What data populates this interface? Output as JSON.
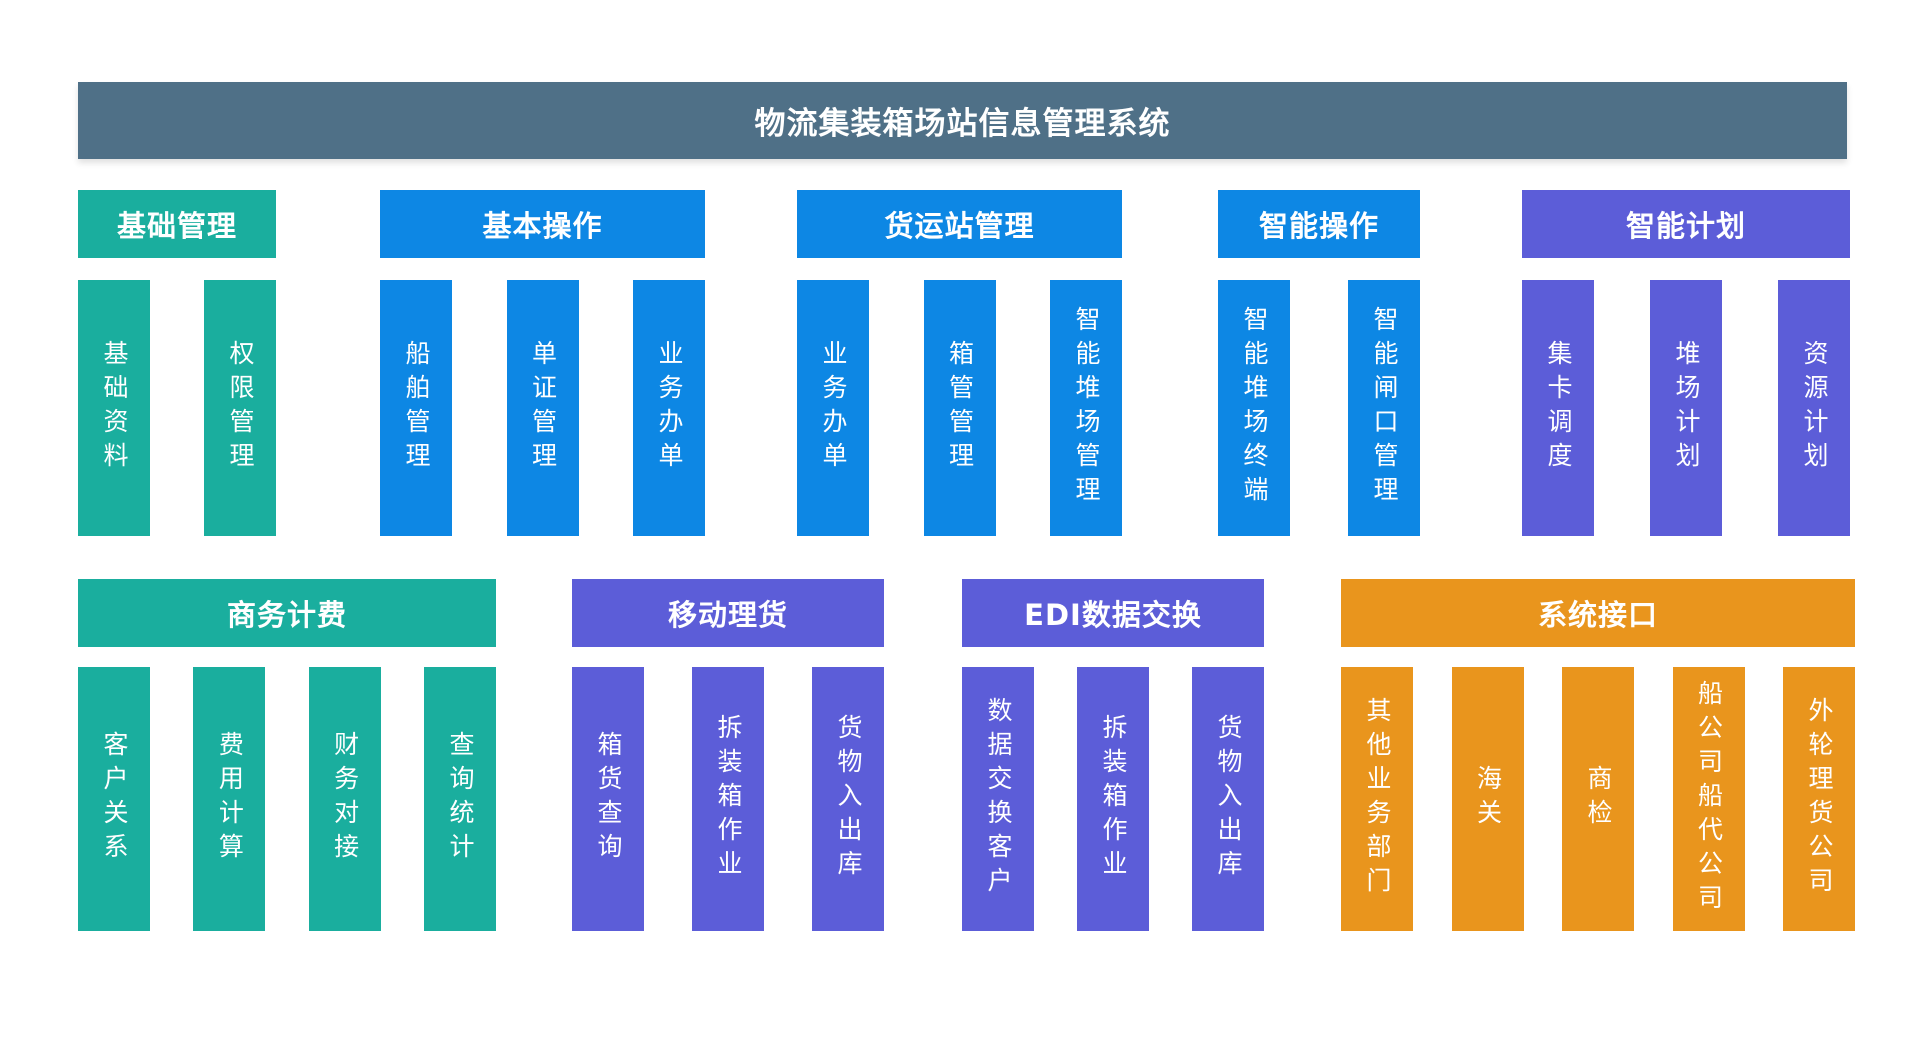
{
  "banner": {
    "title": "物流集装箱场站信息管理系统"
  },
  "colors": {
    "banner": "#4f7087",
    "teal": "#1aae9e",
    "blue": "#0d87e4",
    "purple": "#5c5dd8",
    "orange": "#e9951d",
    "text": "#ffffff",
    "background": "#ffffff"
  },
  "groups": [
    {
      "label": "基础管理",
      "color": "teal",
      "items": [
        "基础资料",
        "权限管理"
      ]
    },
    {
      "label": "基本操作",
      "color": "blue",
      "items": [
        "船舶管理",
        "单证管理",
        "业务办单"
      ]
    },
    {
      "label": "货运站管理",
      "color": "blue",
      "items": [
        "业务办单",
        "箱管管理",
        "智能堆场管理"
      ]
    },
    {
      "label": "智能操作",
      "color": "blue",
      "items": [
        "智能堆场终端",
        "智能闸口管理"
      ]
    },
    {
      "label": "智能计划",
      "color": "purple",
      "items": [
        "集卡调度",
        "堆场计划",
        "资源计划"
      ]
    },
    {
      "label": "商务计费",
      "color": "teal",
      "items": [
        "客户关系",
        "费用计算",
        "财务对接",
        "查询统计"
      ]
    },
    {
      "label": "移动理货",
      "color": "purple",
      "items": [
        "箱货查询",
        "拆装箱作业",
        "货物入出库"
      ]
    },
    {
      "label": "EDI数据交换",
      "color": "purple",
      "items": [
        "数据交换客户",
        "拆装箱作业",
        "货物入出库"
      ]
    },
    {
      "label": "系统接口",
      "color": "orange",
      "items": [
        "其他业务部门",
        "海关",
        "商检",
        "船公司船代公司",
        "外轮理货公司"
      ]
    }
  ]
}
